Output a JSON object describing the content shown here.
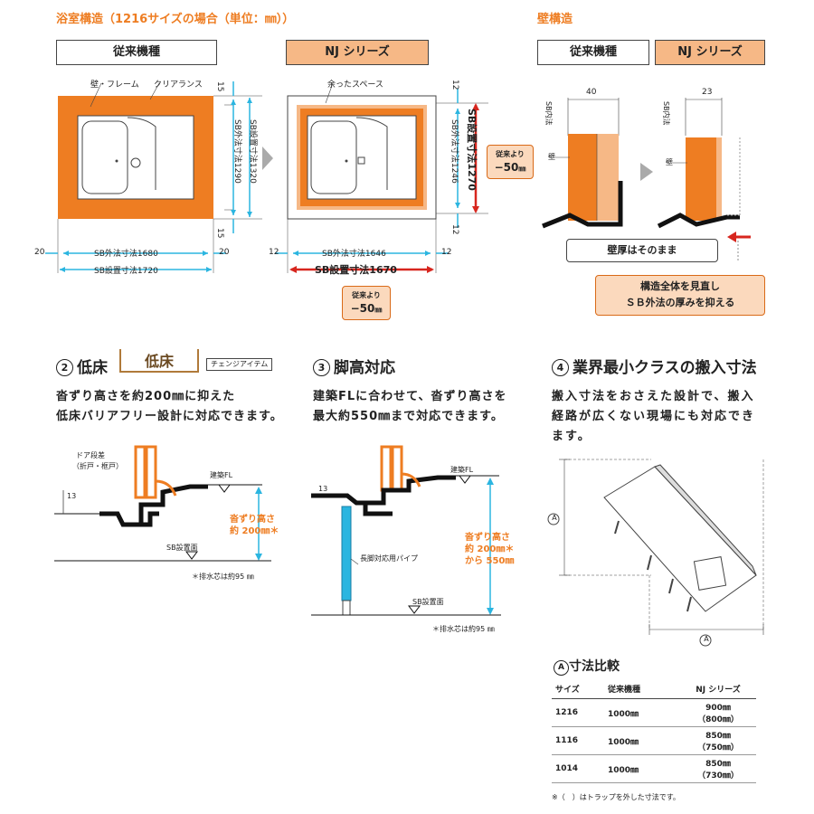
{
  "bath": {
    "title": "浴室構造（1216サイズの場合（単位：㎜））",
    "old_label": "従来機種",
    "nj_label": "NJ シリーズ",
    "wall_frame": "壁・フレーム",
    "clearance": "クリアランス",
    "spare_space": "余ったスペース",
    "old_outer_w": "SB外法寸法1680",
    "old_install_w": "SB設置寸法1720",
    "old_outer_h": "SB外法寸法1290",
    "old_install_h": "SB設置寸法1320",
    "old_gap_side": "20",
    "old_gap_v": "15",
    "nj_outer_w": "SB外法寸法1646",
    "nj_install_w": "SB設置寸法1670",
    "nj_outer_h": "SB外法寸法1246",
    "nj_install_h": "SB設置寸法1270",
    "nj_gap_side": "12",
    "nj_gap_v": "12",
    "diff_w_pre": "従来より",
    "diff_w": "−50",
    "diff_w_unit": "㎜",
    "diff_h_pre": "従来より",
    "diff_h": "−50",
    "diff_h_unit": "㎜"
  },
  "wall": {
    "title": "壁構造",
    "old_label": "従来機種",
    "nj_label": "NJ シリーズ",
    "old_dim": "40",
    "nj_dim": "23",
    "sb_inner": "SB内法",
    "wall_word": "壁",
    "callout1": "壁厚はそのまま",
    "callout2_line1": "構造全体を見直し",
    "callout2_line2": "ＳＢ外法の厚みを抑える"
  },
  "low_floor": {
    "num": "2",
    "title": "低床",
    "logo_text": "低床",
    "tag": "チェンジアイテム",
    "text_line1": "沓ずり高さを約200㎜に抑えた",
    "text_line2": "低床バリアフリー設計に対応できます。",
    "door_step": "ドア段差",
    "door_step_sub": "（折戸・框戸）",
    "fl": "建築FL",
    "dim13": "13",
    "height_line1": "沓ずり高さ",
    "height_line2": "約 200㎜＊",
    "sb_face": "SB設置面",
    "note": "＊排水芯は約95 ㎜"
  },
  "leg": {
    "num": "3",
    "title": "脚高対応",
    "text_line1": "建築FLに合わせて、沓ずり高さを",
    "text_line2": "最大約550㎜まで対応できます。",
    "fl": "建築FL",
    "dim13": "13",
    "pipe": "長脚対応用パイプ",
    "height_line1": "沓ずり高さ",
    "height_line2": "約 200㎜＊",
    "height_line3": "から 550㎜",
    "sb_face": "SB設置面",
    "note": "＊排水芯は約95 ㎜"
  },
  "carry": {
    "num": "4",
    "title": "業界最小クラスの搬入寸法",
    "text_line1": "搬入寸法をおさえた設計で、搬入",
    "text_line2": "経路が広くない現場にも対応でき",
    "text_line3": "ます。",
    "dim_a": "A",
    "table_title": "寸法比較",
    "table_headers": [
      "サイズ",
      "従来機種",
      "NJ シリーズ"
    ],
    "rows": [
      {
        "size": "1216",
        "old": "1000㎜",
        "nj1": "900㎜",
        "nj2": "（800㎜）"
      },
      {
        "size": "1116",
        "old": "1000㎜",
        "nj1": "850㎜",
        "nj2": "（750㎜）"
      },
      {
        "size": "1014",
        "old": "1000㎜",
        "nj1": "850㎜",
        "nj2": "（730㎜）"
      }
    ],
    "footnote": "※（　）はトラップを外した寸法です。"
  },
  "colors": {
    "orange": "#ee7d22",
    "light_orange": "#f6b886",
    "red": "#d7261e",
    "cyan": "#2bb5e0"
  }
}
